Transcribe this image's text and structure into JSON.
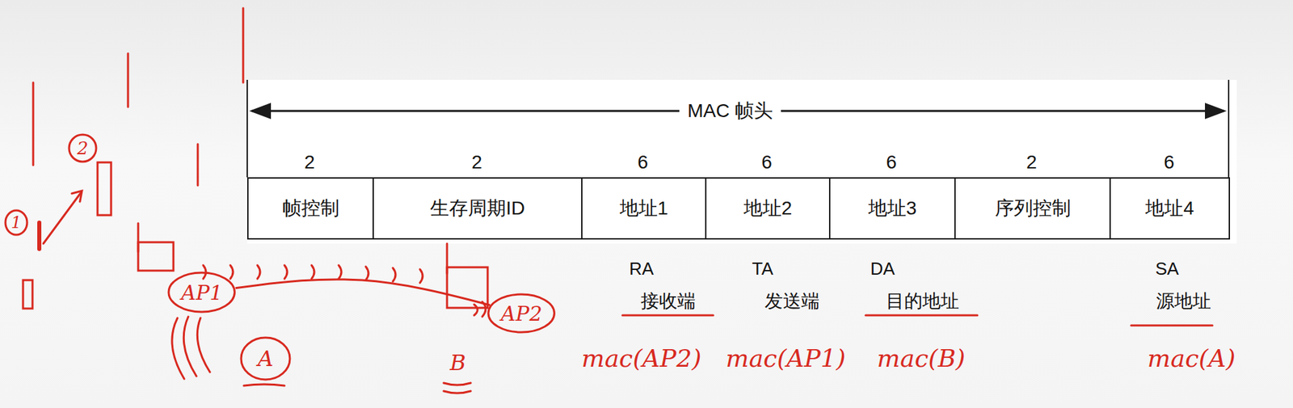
{
  "diagram": {
    "nodes": [
      {
        "text": [
          "帧控制"
        ]
      },
      {
        "text": [
          "生存周期ID"
        ]
      },
      {
        "text": [
          "地址1"
        ]
      },
      {
        "text": [
          "地址2"
        ]
      },
      {
        "text": [
          "地址3"
        ]
      },
      {
        "text": [
          "序列控制"
        ]
      },
      {
        "text": [
          "地址4"
        ]
      },
      {
        "text": [
          "2"
        ]
      },
      {
        "text": [
          "1"
        ]
      },
      {
        "text": [
          "AP1"
        ]
      },
      {
        "text": [
          "A"
        ]
      },
      {
        "text": [
          "B"
        ]
      },
      {
        "text": [
          "AP2"
        ]
      }
    ],
    "edges": [
      {
        "from": 9,
        "to": 12,
        "arrow": "none"
      }
    ],
    "labels": [
      "MAC 帧头",
      "2",
      "2",
      "6",
      "6",
      "6",
      "2",
      "6",
      "RA",
      "接收端",
      "TA",
      "发送端",
      "DA",
      "目的地址",
      "SA",
      "源地址",
      "mac(AP2)",
      "mac(AP1)",
      "mac(B)",
      "mac(A)"
    ]
  }
}
